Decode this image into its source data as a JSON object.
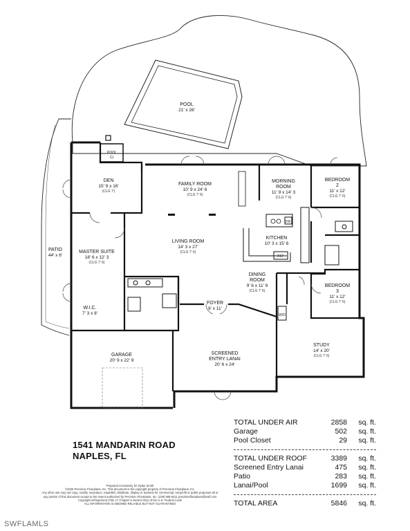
{
  "rooms": {
    "pool": {
      "name": "POOL",
      "dim": "21' x 26'"
    },
    "pool_closet": {
      "name1": "POOL",
      "name2": "CL"
    },
    "den": {
      "name": "DEN",
      "dim": "15' 9 x 16'",
      "clg": "(CLG 7')"
    },
    "family": {
      "name": "FAMILY ROOM",
      "dim": "10' 9 x 24' 6",
      "clg": "(CLG 7' 6)"
    },
    "morning": {
      "name1": "MORNING",
      "name2": "ROOM",
      "dim": "11' 9 x 14' 3",
      "clg": "(CLG 7' 6)"
    },
    "bedroom2": {
      "name1": "BEDROOM",
      "name2": "2",
      "dim": "11' x 12'",
      "clg": "(CLG 7' 6)"
    },
    "patio": {
      "name": "PATIO",
      "dim": "44' x 6'"
    },
    "master": {
      "name": "MASTER SUITE",
      "dim": "18' 6 x 12' 3",
      "clg": "(CLG 7' 6)"
    },
    "living": {
      "name": "LIVING ROOM",
      "dim": "14' 3 x 27'",
      "clg": "(CLG 7' 6)"
    },
    "kitchen": {
      "name": "KITCHEN",
      "dim": "10' 3 x 15' 6"
    },
    "dining": {
      "name1": "DINING",
      "name2": "ROOM",
      "dim": "9' 6 x 11' 9",
      "clg": "(CLG 7' 6)"
    },
    "bedroom3": {
      "name1": "BEDROOM",
      "name2": "3",
      "dim": "11' x 12'",
      "clg": "(CLG 7' 6)"
    },
    "wic": {
      "name": "W.I.C.",
      "dim": "7' 3 x 8'"
    },
    "foyer": {
      "name": "FOYER",
      "dim": "6' x 11'"
    },
    "garage": {
      "name": "GARAGE",
      "dim": "20' 9 x 22' 9"
    },
    "lanai": {
      "name1": "SCREENED",
      "name2": "ENTRY LANAI",
      "dim": "20' 6 x 24'"
    },
    "study": {
      "name": "STUDY",
      "dim": "14' x 20'",
      "clg": "(CLG 7' 6)"
    }
  },
  "fixtures": {
    "dw": "DW",
    "ref": "REF",
    "wd": "W/D"
  },
  "address": {
    "line1": "1541 MANDARIN ROAD",
    "line2": "NAPLES, FL"
  },
  "credits": {
    "line1": "Prepared exclusively for Dylan Smith",
    "line2": "©2025 Precision Floorplans, Inc. This document is the copyright property of Precision Floorplans, Inc.",
    "line3": "Any other use may not copy, modify, reproduce, republish, distribute, display or transmit for commercial, nonprofit or public purposes all or",
    "line4": "any portion of this document except to the extent authorized by Precision Floorplans, Inc. (239) 595-5411 precisionfloorplans@swfl.com",
    "line5": "Copyright infringement (Title 17 Chapter 5 Section 501) of the U.S. Federal Code",
    "line6": "ALL INFORMATION IS DEEMED RELIABLE BUT NOT GUARANTEED"
  },
  "areas": {
    "unit": "sq. ft.",
    "group1": [
      {
        "label": "TOTAL UNDER AIR",
        "value": "2858"
      },
      {
        "label": "Garage",
        "value": "502"
      },
      {
        "label": "Pool Closet",
        "value": "29"
      }
    ],
    "group2": [
      {
        "label": "TOTAL UNDER ROOF",
        "value": "3389"
      },
      {
        "label": "Screened Entry Lanai",
        "value": "475"
      },
      {
        "label": "Patio",
        "value": "283"
      },
      {
        "label": "Lanai/Pool",
        "value": "1699"
      }
    ],
    "total": {
      "label": "TOTAL AREA",
      "value": "5846"
    }
  },
  "watermark": "SWFLAMLS"
}
